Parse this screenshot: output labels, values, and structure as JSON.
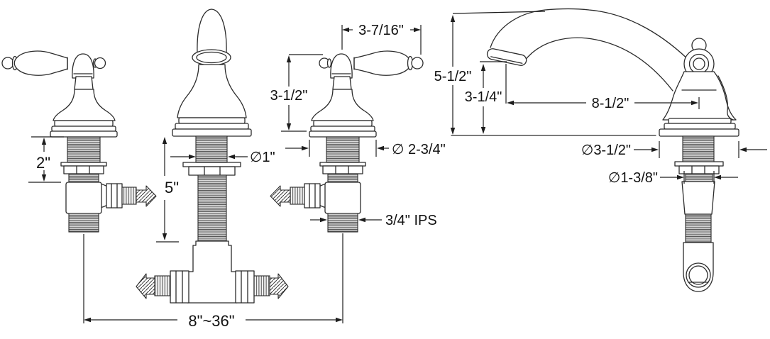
{
  "page": {
    "background": "#ffffff",
    "line_color": "#2b2b2b",
    "text_color": "#111111"
  },
  "dims": {
    "handle_shank_exposed": "2\"",
    "riser_height": "5\"",
    "handle_spread": "8\"~36\"",
    "riser_thread_dia": "∅1\"",
    "handle_length": "3-7/16\"",
    "handle_height": "3-1/2\"",
    "handle_base_dia": "∅ 2-3/4\"",
    "valve_thread": "3/4\" IPS",
    "spout_height": "5-1/2\"",
    "spout_outlet_height": "3-1/4\"",
    "spout_reach": "8-1/2\"",
    "spout_base_dia": "∅3-1/2\"",
    "spout_shank_dia": "∅1-3/8\""
  }
}
